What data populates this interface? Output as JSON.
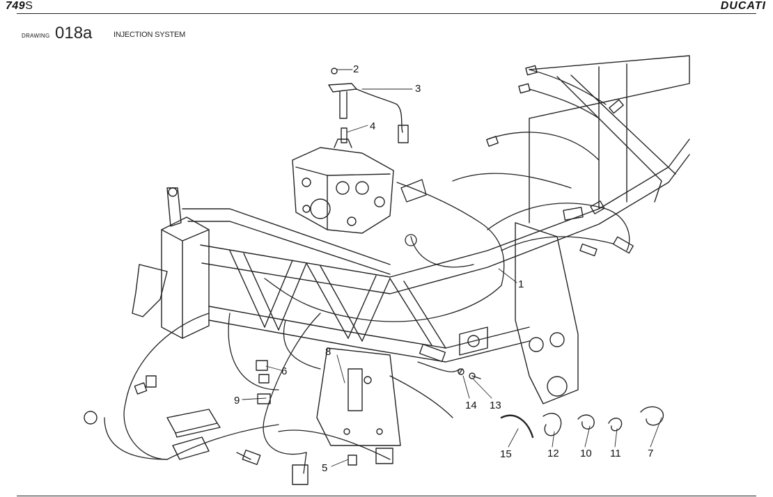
{
  "header": {
    "model": "749",
    "model_suffix": "S",
    "brand": "DUCATI"
  },
  "drawing": {
    "label": "DRAWING",
    "number": "018a",
    "title": "INJECTION SYSTEM"
  },
  "callouts": [
    "1",
    "2",
    "3",
    "4",
    "5",
    "6",
    "7",
    "8",
    "9",
    "10",
    "11",
    "12",
    "13",
    "14",
    "15"
  ]
}
